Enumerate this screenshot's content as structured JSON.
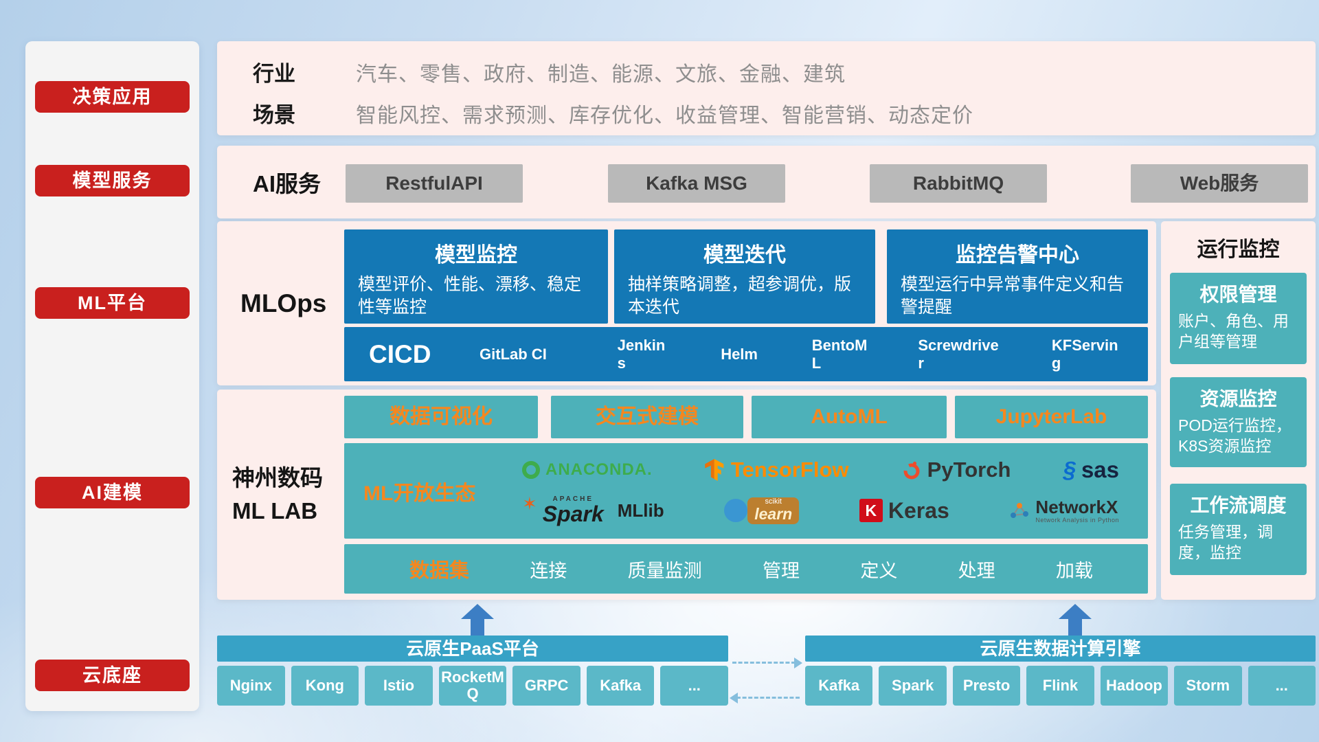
{
  "sidebar": {
    "items": [
      {
        "label": "决策应用"
      },
      {
        "label": "模型服务"
      },
      {
        "label": "ML平台"
      },
      {
        "label": "AI建模"
      },
      {
        "label": "云底座"
      }
    ]
  },
  "industry": {
    "row1_label": "行业",
    "row1_text": "汽车、零售、政府、制造、能源、文旅、金融、建筑",
    "row2_label": "场景",
    "row2_text": "智能风控、需求预测、库存优化、收益管理、智能营销、动态定价"
  },
  "ai_service": {
    "label": "AI服务",
    "buttons": [
      "RestfulAPI",
      "Kafka MSG",
      "RabbitMQ",
      "Web服务"
    ]
  },
  "mlops": {
    "label": "MLOps",
    "cards": [
      {
        "title": "模型监控",
        "desc": "模型评价、性能、漂移、稳定性等监控"
      },
      {
        "title": "模型迭代",
        "desc": "抽样策略调整，超参调优，版本迭代"
      },
      {
        "title": "监控告警中心",
        "desc": "模型运行中异常事件定义和告警提醒"
      }
    ],
    "cicd_label": "CICD",
    "cicd_items": [
      "GitLab CI",
      "Jenkins",
      "Helm",
      "BentoML",
      "Screwdriver",
      "KFServing"
    ]
  },
  "monitoring": {
    "title": "运行监控",
    "cards": [
      {
        "title": "权限管理",
        "desc": "账户、角色、用户组等管理"
      },
      {
        "title": "资源监控",
        "desc": "POD运行监控，K8S资源监控"
      },
      {
        "title": "工作流调度",
        "desc": "任务管理，调度，监控"
      }
    ]
  },
  "mllab": {
    "label_line1": "神州数码",
    "label_line2": "ML LAB",
    "tools": [
      "数据可视化",
      "交互式建模",
      "AutoML",
      "JupyterLab"
    ],
    "ecosystem_label": "ML开放生态",
    "logos": {
      "anaconda": "ANACONDA.",
      "tensorflow": "TensorFlow",
      "pytorch": "PyTorch",
      "sas": "sas",
      "spark_apache": "APACHE",
      "spark": "Spark",
      "mllib": "MLlib",
      "scikit": "scikit",
      "learn": "learn",
      "keras_k": "K",
      "keras": "Keras",
      "networkx": "NetworkX",
      "networkx_sub": "Network Analysis in Python"
    },
    "dataset_label": "数据集",
    "dataset_items": [
      "连接",
      "质量监测",
      "管理",
      "定义",
      "处理",
      "加载"
    ]
  },
  "cloud": {
    "paas_title": "云原生PaaS平台",
    "paas_items": [
      "Nginx",
      "Kong",
      "Istio",
      "RocketMQ",
      "GRPC",
      "Kafka",
      "..."
    ],
    "engine_title": "云原生数据计算引擎",
    "engine_items": [
      "Kafka",
      "Spark",
      "Presto",
      "Flink",
      "Hadoop",
      "Storm",
      "..."
    ]
  },
  "colors": {
    "accent_red": "#c9201e",
    "panel_pink": "#fdeeec",
    "primary_blue": "#1478b5",
    "teal": "#4db1b9",
    "orange_accent": "#f5871f",
    "cloud_header": "#37a2c6",
    "cloud_button": "#5bb8c8"
  }
}
